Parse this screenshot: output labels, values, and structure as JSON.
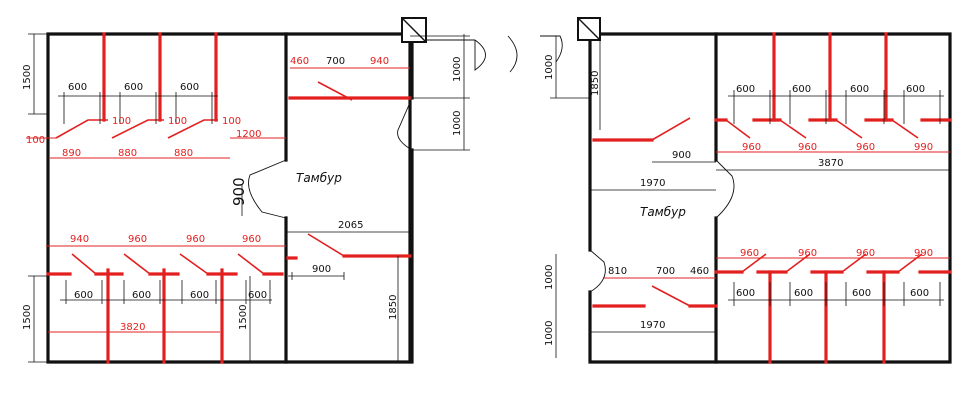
{
  "plans": [
    {
      "room_label": "Тамбур",
      "red_dims": [
        "460",
        "700",
        "940",
        "600",
        "600",
        "600",
        "100",
        "100",
        "100",
        "100",
        "1200",
        "890",
        "880",
        "880",
        "940",
        "960",
        "960",
        "960"
      ],
      "black_dims": [
        "1500",
        "1000",
        "1000",
        "900",
        "2065",
        "900",
        "600",
        "600",
        "600",
        "600",
        "1500",
        "3820",
        "1500",
        "1850"
      ]
    },
    {
      "room_label": "Тамбур",
      "red_dims": [
        "600",
        "600",
        "600",
        "600",
        "960",
        "960",
        "960",
        "990",
        "960",
        "960",
        "960",
        "990"
      ],
      "black_dims": [
        "1000",
        "1850",
        "900",
        "1970",
        "3870",
        "1000",
        "810",
        "700",
        "460",
        "1000",
        "1970",
        "600",
        "600",
        "600",
        "600"
      ]
    }
  ],
  "colors": {
    "partitions": "#e32020",
    "walls": "#111111",
    "dimensions": "#111111"
  }
}
